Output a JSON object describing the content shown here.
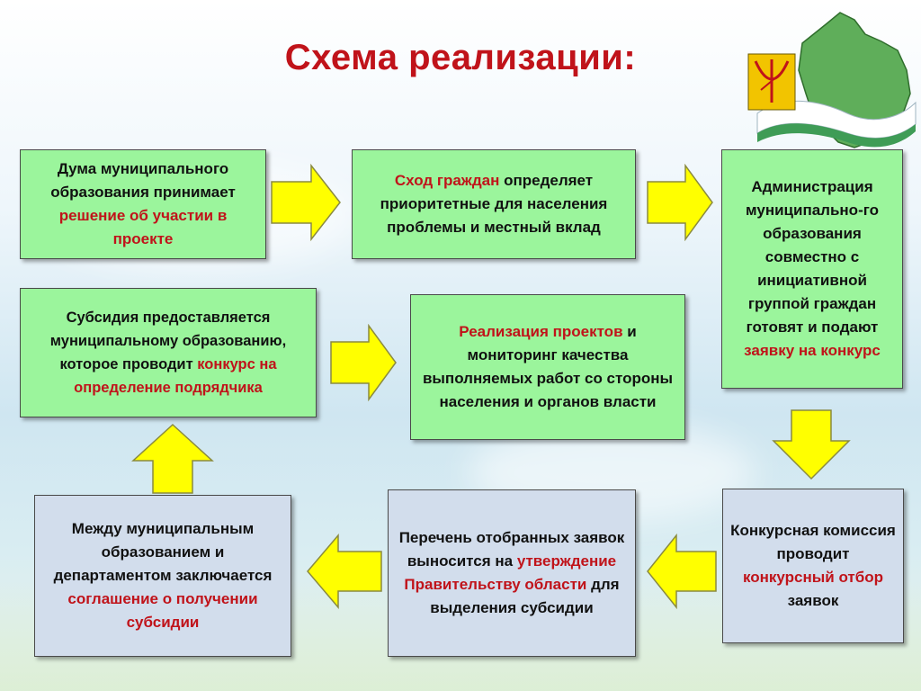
{
  "title": "Схема реализации:",
  "boxes": {
    "duma": {
      "parts": [
        {
          "t": "Дума муниципального образования принимает ",
          "c": ""
        },
        {
          "t": "решение об участии в проекте",
          "c": "red"
        }
      ]
    },
    "shod": {
      "parts": [
        {
          "t": "Сход граждан",
          "c": "red"
        },
        {
          "t": " определяет приоритетные для населения проблемы и местный вклад",
          "c": ""
        }
      ]
    },
    "admin": {
      "parts": [
        {
          "t": "Администрация муниципально-го образования совместно с инициативной группой граждан готовят и подают ",
          "c": ""
        },
        {
          "t": "заявку на конкурс",
          "c": "red"
        }
      ]
    },
    "subsidy": {
      "parts": [
        {
          "t": "Субсидия предоставляется муниципальному образованию, которое проводит ",
          "c": ""
        },
        {
          "t": "конкурс на определение подрядчика",
          "c": "red"
        }
      ]
    },
    "realization": {
      "parts": [
        {
          "t": "Реализация  проектов",
          "c": "red"
        },
        {
          "t": " и мониторинг качества выполняемых работ со стороны населения и органов власти",
          "c": ""
        }
      ]
    },
    "commission": {
      "parts": [
        {
          "t": "Конкурсная комиссия проводит ",
          "c": ""
        },
        {
          "t": "конкурсный отбор",
          "c": "red"
        },
        {
          "t": " заявок",
          "c": ""
        }
      ]
    },
    "list": {
      "parts": [
        {
          "t": "Перечень отобранных заявок выносится на ",
          "c": ""
        },
        {
          "t": "утверждение Правительству области",
          "c": "red"
        },
        {
          "t": " для выделения субсидии",
          "c": ""
        }
      ]
    },
    "agreement": {
      "parts": [
        {
          "t": "Между муниципальным образованием и департаментом заключается ",
          "c": ""
        },
        {
          "t": "соглашение о получении субсидии",
          "c": "red"
        }
      ]
    }
  },
  "colors": {
    "title": "#c0131a",
    "highlight": "#c0131a",
    "green_box": "#9bf59c",
    "lavender_box": "#d2ddec",
    "arrow_fill": "#ffff00",
    "arrow_stroke": "#8a8a40"
  },
  "icons": {
    "emblem": "kirov-region-map-emblem-icon"
  }
}
